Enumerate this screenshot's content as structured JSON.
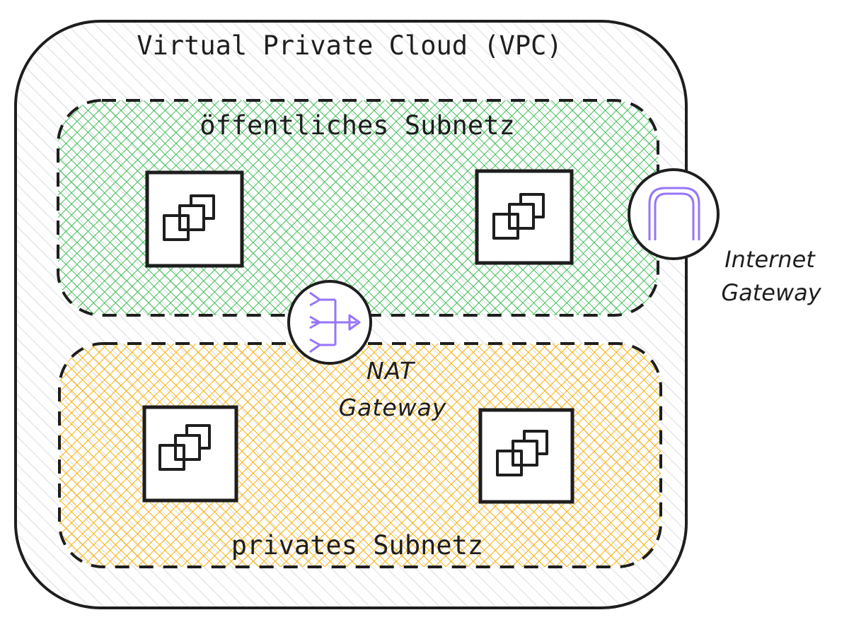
{
  "vpc": {
    "title": "Virtual Private Cloud (VPC)"
  },
  "public_subnet": {
    "label": "öffentliches Subnetz",
    "fill_color": "#40c057"
  },
  "private_subnet": {
    "label": "privates Subnetz",
    "fill_color": "#fab005"
  },
  "internet_gateway": {
    "label_line1": "Internet",
    "label_line2": "Gateway",
    "icon": "internet-gateway-icon",
    "icon_color": "#9775fa"
  },
  "nat_gateway": {
    "label_line1": "NAT",
    "label_line2": "Gateway",
    "icon": "nat-gateway-icon",
    "icon_color": "#9775fa"
  },
  "instances": {
    "icon": "ec2-instances-icon"
  },
  "colors": {
    "stroke": "#1e1e1e",
    "vpc_hatch": "#ced4da"
  }
}
